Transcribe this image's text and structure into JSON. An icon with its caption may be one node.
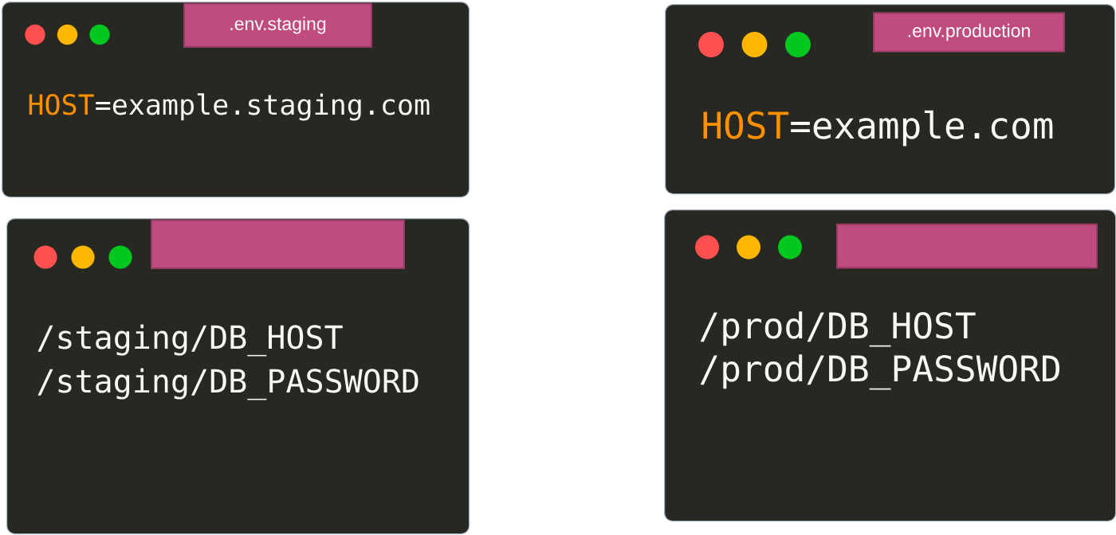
{
  "diagram": {
    "nodes": [
      {
        "text": [
          "HOST=example.staging.com"
        ]
      },
      {
        "text": [
          ".env.staging"
        ],
        "in": 0
      },
      {
        "text": [
          "HOST=example.com"
        ]
      },
      {
        "text": [
          ".env.production"
        ],
        "in": 2
      },
      {
        "text": [
          "/staging/DB_HOST",
          "/staging/DB_PASSWORD"
        ]
      },
      {
        "text": [],
        "shape": "box",
        "in": 4
      },
      {
        "text": [
          "/prod/DB_HOST",
          "/prod/DB_PASSWORD"
        ]
      },
      {
        "text": [],
        "shape": "box",
        "in": 6
      }
    ]
  }
}
